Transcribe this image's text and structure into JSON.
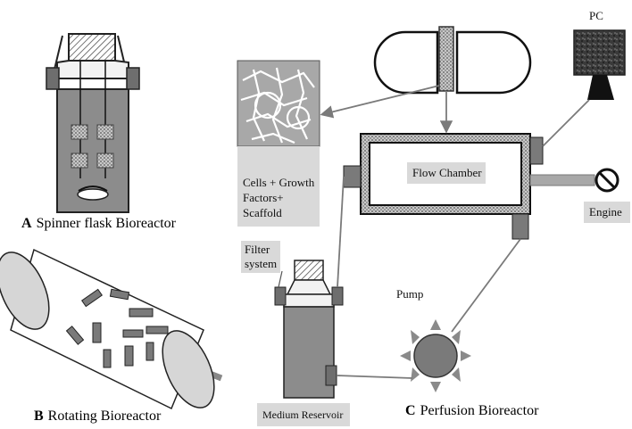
{
  "panels": {
    "a": {
      "letter": "A",
      "title": "Spinner flask Bioreactor"
    },
    "b": {
      "letter": "B",
      "title": "Rotating Bioreactor"
    },
    "c": {
      "letter": "C",
      "title": "Perfusion Bioreactor"
    }
  },
  "labels": {
    "pc": "PC",
    "flow_chamber": "Flow Chamber",
    "engine": "Engine",
    "cells_line1": "Cells + Growth",
    "cells_line2": "Factors+",
    "cells_line3": "Scaffold",
    "filter_line1": "Filter",
    "filter_line2": "system",
    "pump": "Pump",
    "medium_reservoir": "Medium Reservoir"
  },
  "colors": {
    "medium": "#8c8c8c",
    "vessel_light": "#d6d6d6",
    "port": "#6e6e6e",
    "label_bg": "#d9d9d9",
    "pump": "#7a7a7a",
    "arrow": "#8a8a8a"
  }
}
